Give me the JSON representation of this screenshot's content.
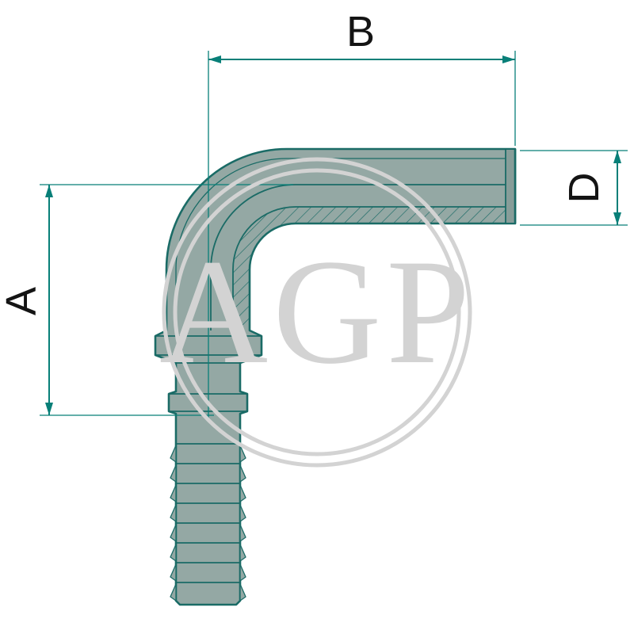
{
  "diagram": {
    "dimensions": {
      "top": {
        "label": "B"
      },
      "right": {
        "label": "D"
      },
      "left": {
        "label": "A"
      }
    },
    "watermark": {
      "text": "AGP"
    },
    "colors": {
      "part_fill": "#94a8a4",
      "part_fill_dark": "#879d99",
      "outline": "#1a6b66",
      "dimension": "#087f78",
      "watermark": "#d3d3d3",
      "label_text": "#141414",
      "background": "#ffffff"
    }
  }
}
